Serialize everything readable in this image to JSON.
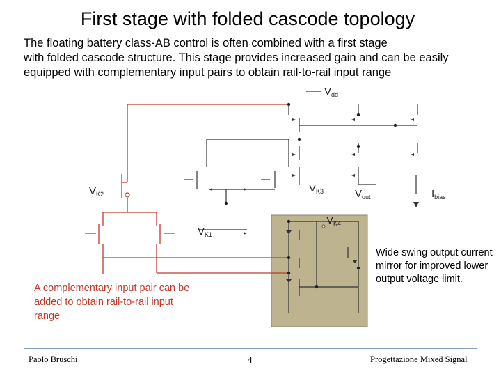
{
  "slide": {
    "title": "First stage with folded cascode topology",
    "body_lines": [
      "The floating battery class-AB control is often combined with a first stage",
      "with folded cascode structure. This stage provides increased gain and can be easily",
      "equipped with complementary input pairs to obtain rail-to-rail input range"
    ]
  },
  "schematic": {
    "labels": {
      "vdd": {
        "main": "V",
        "sub": "dd"
      },
      "vk2": {
        "main": "V",
        "sub": "K2"
      },
      "vk3": {
        "main": "V",
        "sub": "K3"
      },
      "vout": {
        "main": "V",
        "sub": "out"
      },
      "ibias": {
        "main": "I",
        "sub": "bias"
      },
      "vk4": {
        "main": "V",
        "sub": "K4"
      },
      "vk1": {
        "main": "V",
        "sub": "K1"
      }
    },
    "colors": {
      "wire": "#333333",
      "highlight_wire": "#c0392b",
      "box_fill": "#bdb48f",
      "box_border": "#8c8466"
    }
  },
  "annotations": {
    "left_note": "A complementary  input pair can be added to obtain rail-to-rail input range",
    "right_note": "Wide swing output current mirror for improved lower output voltage limit."
  },
  "footer": {
    "author": "Paolo Bruschi",
    "page_number": "4",
    "course": "Progettazione Mixed Signal"
  }
}
